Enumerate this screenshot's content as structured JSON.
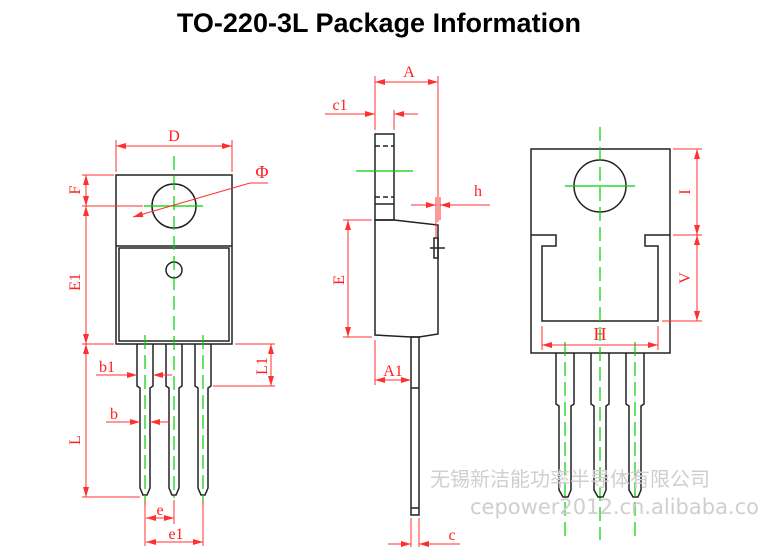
{
  "title": "TO-220-3L Package Information",
  "front_view": {
    "labels": {
      "D": "D",
      "F": "F",
      "E1": "E1",
      "phi": "Φ",
      "b1": "b1",
      "b": "b",
      "L": "L",
      "L1": "L1",
      "e": "e",
      "e1": "e1"
    }
  },
  "side_view": {
    "labels": {
      "A": "A",
      "c1": "c1",
      "h": "h",
      "E": "E",
      "A1": "A1",
      "c": "c"
    }
  },
  "back_view": {
    "labels": {
      "I": "I",
      "V": "V",
      "H": "H"
    }
  },
  "watermark": {
    "line1": "无锡新洁能功率半导体有限公司",
    "line2": "cepower2012.cn.alibaba.com"
  },
  "colors": {
    "outline": "#222222",
    "dimension": "#ff3030",
    "centerline": "#00d000"
  }
}
